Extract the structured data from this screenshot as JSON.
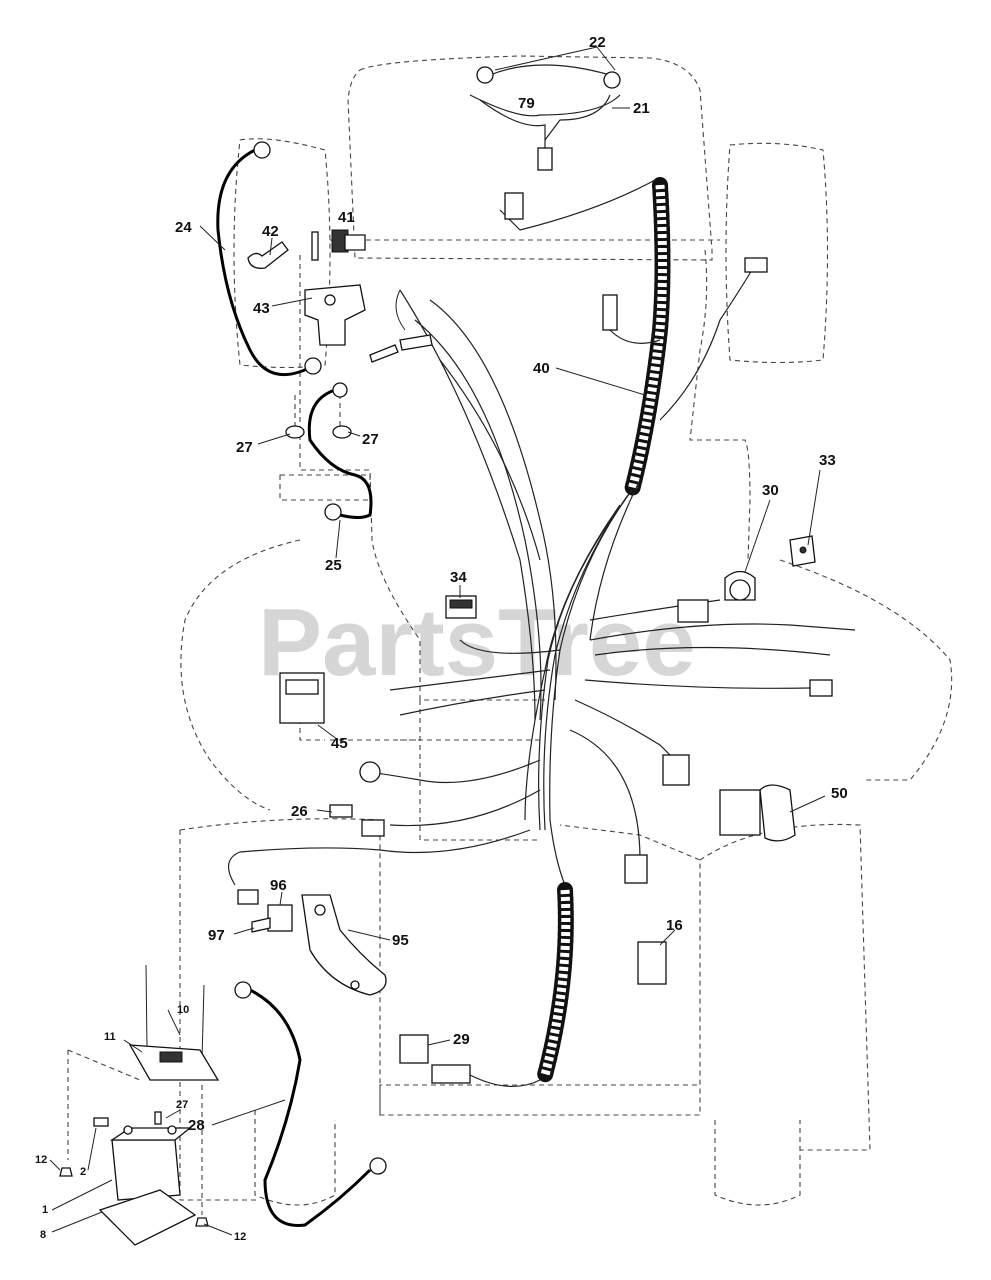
{
  "watermark": "PartsTree",
  "callouts": {
    "c22": "22",
    "c79": "79",
    "c21": "21",
    "c24": "24",
    "c42": "42",
    "c41": "41",
    "c43": "43",
    "c40": "40",
    "c27a": "27",
    "c27b": "27",
    "c25": "25",
    "c33": "33",
    "c30": "30",
    "c34": "34",
    "c45": "45",
    "c26": "26",
    "c50": "50",
    "c96": "96",
    "c95": "95",
    "c97": "97",
    "c16": "16",
    "c10": "10",
    "c11": "11",
    "c29": "29",
    "c27c": "27",
    "c28": "28",
    "c12a": "12",
    "c2": "2",
    "c1": "1",
    "c8": "8",
    "c12b": "12"
  }
}
